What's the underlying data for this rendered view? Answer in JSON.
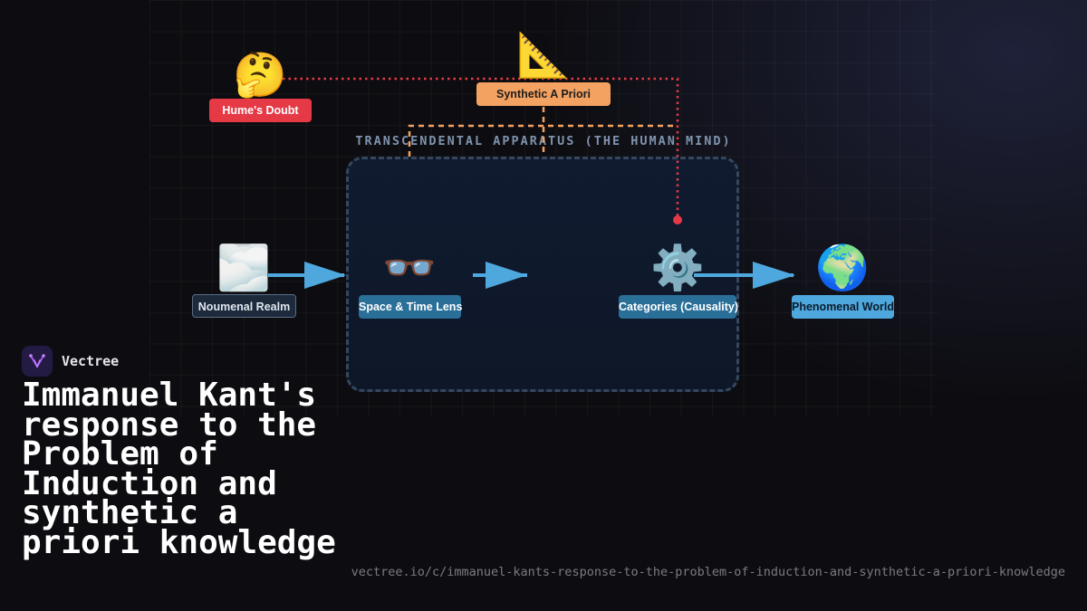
{
  "diagram": {
    "container_title": "TRANSCENDENTAL APPARATUS (THE HUMAN MIND)",
    "nodes": [
      {
        "id": "humes-doubt",
        "emoji": "🤔",
        "icon": "thinking-face-icon",
        "label": "Hume's Doubt",
        "color": "#e63946"
      },
      {
        "id": "synthetic-a-priori",
        "emoji": "📐",
        "icon": "triangular-ruler-icon",
        "label": "Synthetic A Priori",
        "color": "#f4a261"
      },
      {
        "id": "noumenal-realm",
        "emoji": "🌫️",
        "icon": "fog-icon",
        "label": "Noumenal Realm",
        "color": "#1d2a3c"
      },
      {
        "id": "space-time-lens",
        "emoji": "👓",
        "icon": "glasses-icon",
        "label": "Space & Time Lens",
        "color": "#2a6f97"
      },
      {
        "id": "categories",
        "emoji": "⚙️",
        "icon": "gear-icon",
        "label": "Categories (Causality)",
        "color": "#2a6f97"
      },
      {
        "id": "phenomenal-world",
        "emoji": "🌍",
        "icon": "globe-icon",
        "label": "Phenomenal World",
        "color": "#4ea8de"
      }
    ],
    "edges": [
      {
        "from": "noumenal-realm",
        "to": "space-time-lens",
        "style": "solid-arrow",
        "color": "#4ea8de"
      },
      {
        "from": "space-time-lens",
        "to": "categories",
        "style": "solid-arrow",
        "color": "#4ea8de"
      },
      {
        "from": "categories",
        "to": "phenomenal-world",
        "style": "solid-arrow",
        "color": "#4ea8de"
      },
      {
        "from": "humes-doubt",
        "to": "categories",
        "style": "dotted",
        "color": "#e63946"
      },
      {
        "from": "synthetic-a-priori",
        "to": "transcendental-apparatus",
        "style": "dashed",
        "color": "#f4a261"
      }
    ]
  },
  "brand": {
    "name": "Vectree",
    "logo_icon": "vectree-logo-icon",
    "logo_color": "#a855f7"
  },
  "title": "Immanuel Kant's response to the Problem of Induction and synthetic a priori knowledge",
  "url": "vectree.io/c/immanuel-kants-response-to-the-problem-of-induction-and-synthetic-a-priori-knowledge"
}
